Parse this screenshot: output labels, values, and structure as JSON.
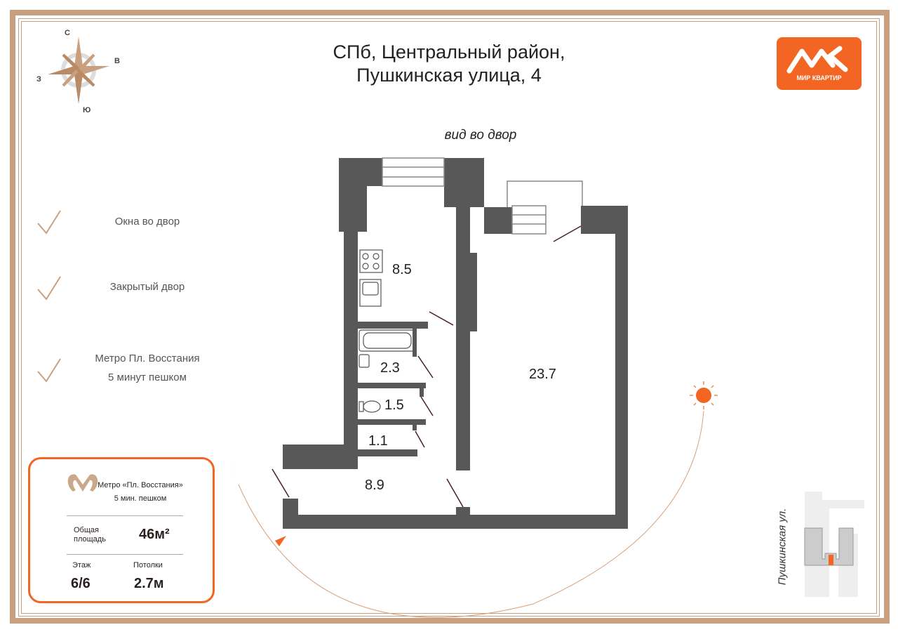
{
  "header": {
    "title_line1": "СПб, Центральный район,",
    "title_line2": "Пушкинская улица, 4",
    "view_label": "вид во двор"
  },
  "logo": {
    "text": "МИР КВАРТИР",
    "brand_color": "#f26522"
  },
  "compass": {
    "north": "С",
    "east": "В",
    "south": "Ю",
    "west": "З"
  },
  "features": [
    {
      "text": "Окна во двор"
    },
    {
      "text": "Закрытый двор"
    },
    {
      "line1": "Метро Пл. Восстания",
      "line2": "5 минут пешком"
    }
  ],
  "card": {
    "metro_line1": "Метро «Пл. Восстания»",
    "metro_line2": "5 мин. пешком",
    "area_label_1": "Общая",
    "area_label_2": "площадь",
    "area_value": "46м²",
    "floor_label": "Этаж",
    "floor_value": "6/6",
    "ceiling_label": "Потолки",
    "ceiling_value": "2.7м"
  },
  "rooms": {
    "kitchen": "8.5",
    "bathroom": "2.3",
    "toilet": "1.5",
    "storage": "1.1",
    "hall": "8.9",
    "living": "23.7"
  },
  "street": "Пушкинская ул.",
  "colors": {
    "frame": "#c9a07f",
    "wall": "#555555",
    "accent": "#f26522"
  }
}
